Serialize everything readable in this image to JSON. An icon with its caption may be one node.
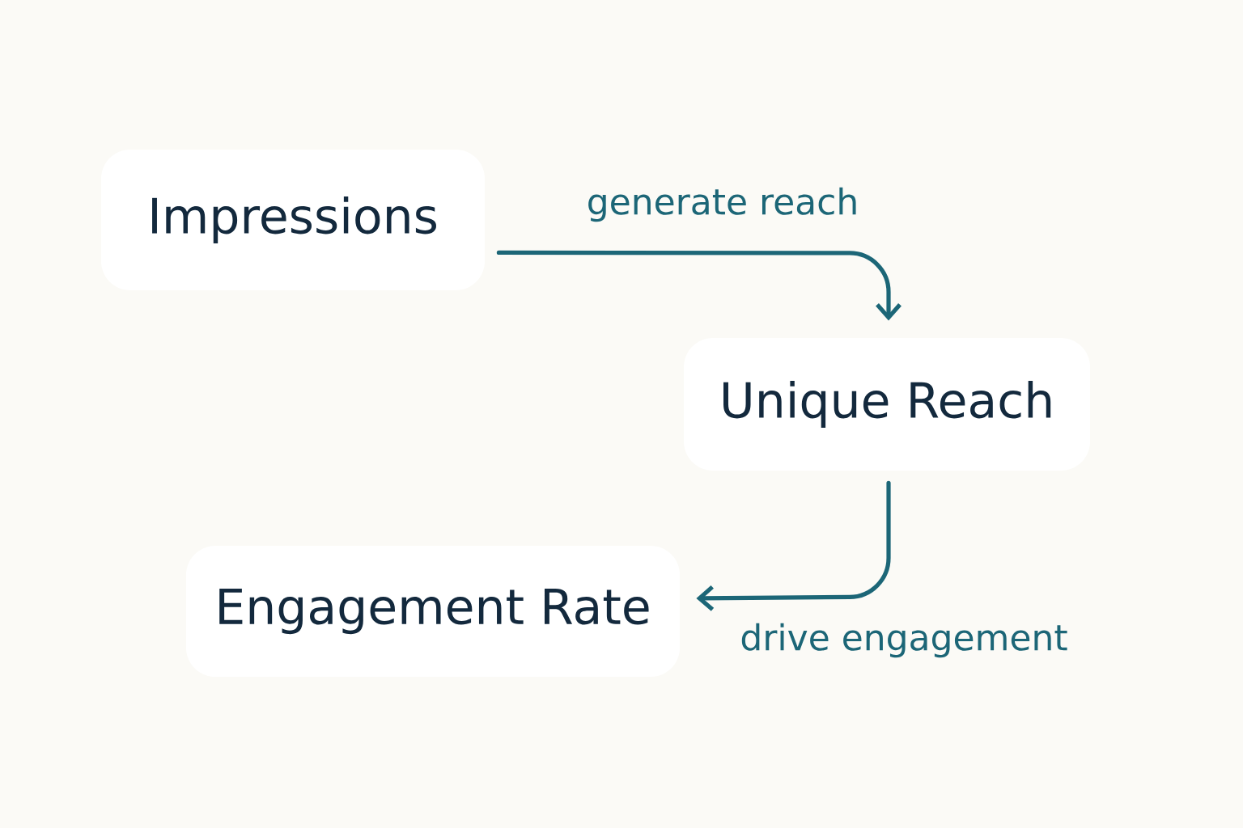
{
  "diagram": {
    "nodes": [
      {
        "text": [
          "Impressions"
        ]
      },
      {
        "text": [
          "Unique Reach"
        ]
      },
      {
        "text": [
          "Engagement Rate"
        ]
      }
    ],
    "edges": [
      {
        "from": 0,
        "to": 1,
        "arrow": "to",
        "label": "generate reach"
      },
      {
        "from": 1,
        "to": 2,
        "arrow": "to",
        "label": "drive engagement"
      }
    ]
  }
}
